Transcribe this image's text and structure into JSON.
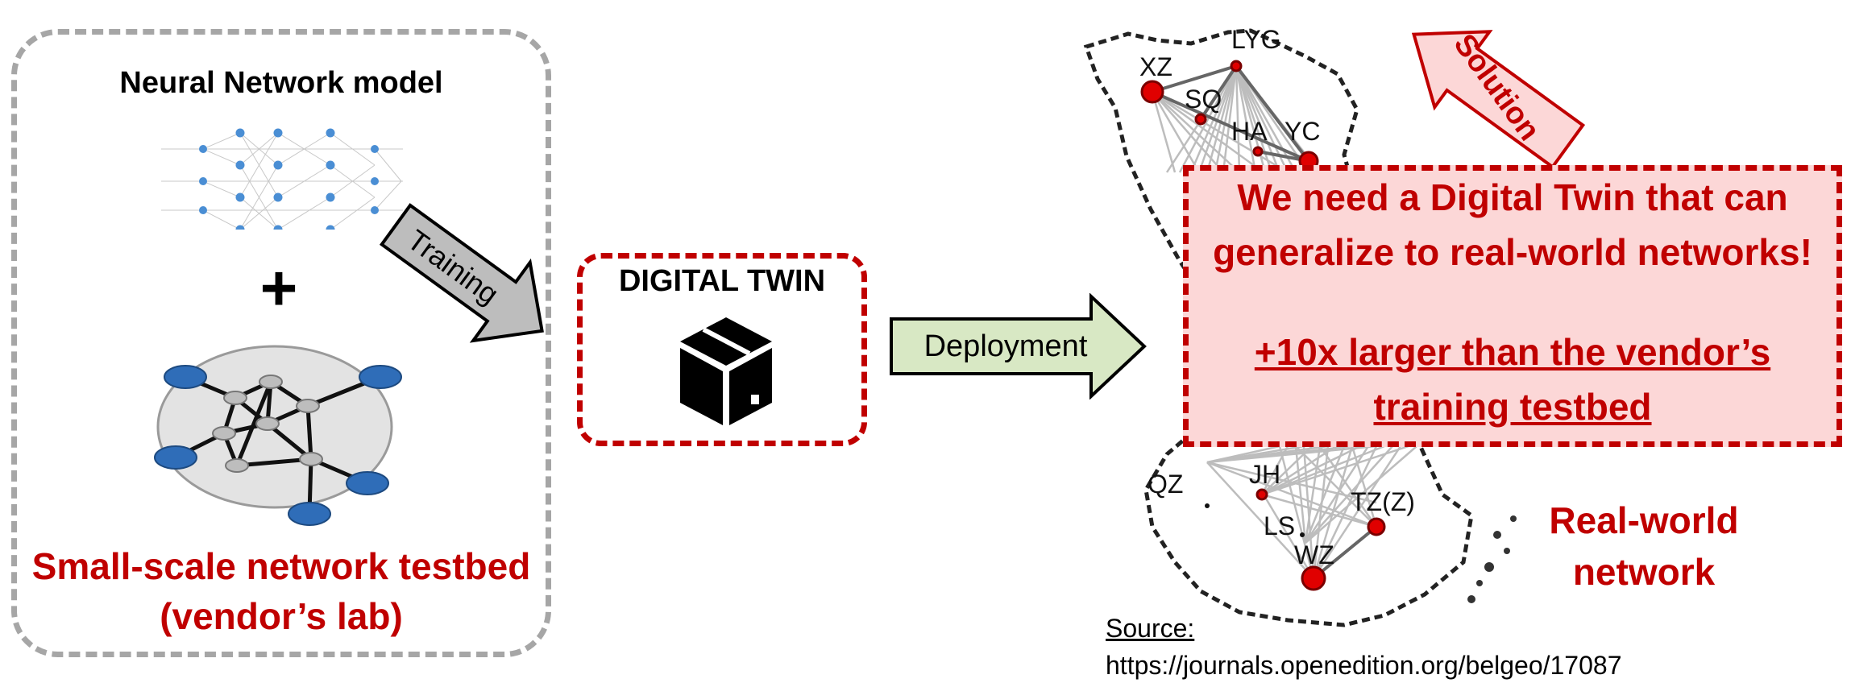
{
  "left_panel": {
    "title": "Neural Network model",
    "plus": "+",
    "testbed_line1": "Small-scale network testbed",
    "testbed_line2": "(vendor’s lab)"
  },
  "training_arrow": {
    "label": "Training"
  },
  "digital_twin": {
    "title": "DIGITAL TWIN"
  },
  "deployment_arrow": {
    "label": "Deployment"
  },
  "solution_arrow": {
    "label": "Solution"
  },
  "callout": {
    "line1": "We need a Digital Twin that can",
    "line2": "generalize to real-world networks!",
    "line3": "+10x larger than the vendor’s",
    "line4": "training testbed"
  },
  "map": {
    "nodes": [
      "XZ",
      "LYG",
      "SQ",
      "HA",
      "YC",
      "JH",
      "QZ",
      "LS",
      "TZ(Z)",
      "WZ"
    ]
  },
  "real_world": {
    "line1": "Real-world",
    "line2": "network"
  },
  "source": {
    "label": "Source:",
    "url": "https://journals.openedition.org/belgeo/17087"
  },
  "colors": {
    "accent_red": "#c00000",
    "callout_fill": "#fcd7d7",
    "gray_border": "#a6a6a6",
    "deploy_fill": "#d8e8c4"
  }
}
